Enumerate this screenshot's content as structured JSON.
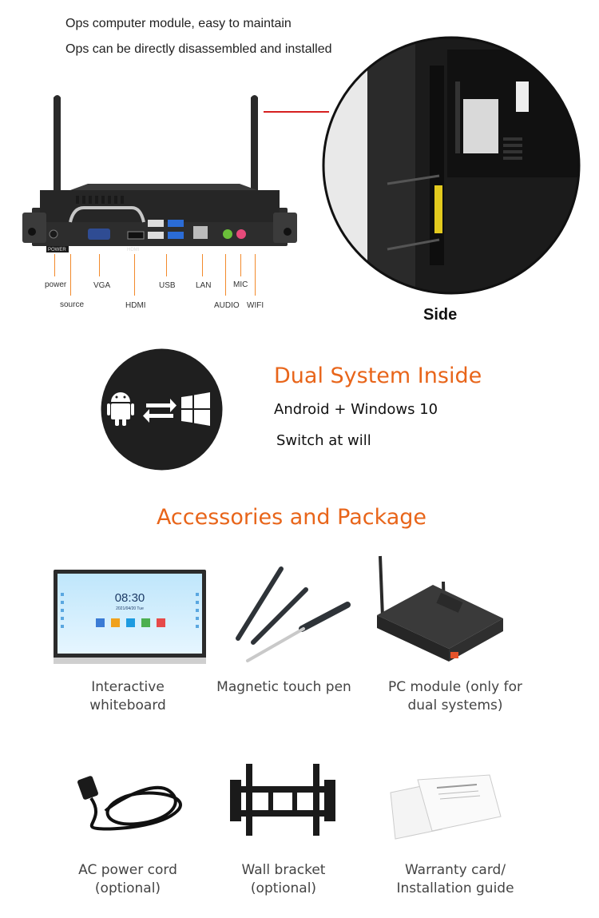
{
  "ops": {
    "line1": "Ops computer module, easy to maintain",
    "line2": "Ops can be directly disassembled and installed",
    "device_labels": {
      "power_text": "POWER",
      "hdmi_text": "HDMI"
    },
    "ports": {
      "power": "power",
      "source": "source",
      "vga": "VGA",
      "hdmi": "HDMI",
      "usb": "USB",
      "lan": "LAN",
      "audio": "AUDIO",
      "mic": "MIC",
      "wifi": "WIFI"
    },
    "side_label": "Side"
  },
  "dual_system": {
    "title": "Dual System Inside",
    "line1": "Android + Windows 10",
    "line2": "Switch at will",
    "icons": [
      "android-icon",
      "switch-arrows-icon",
      "windows-icon"
    ]
  },
  "accessories": {
    "title": "Accessories and Package",
    "whiteboard_screen": {
      "time": "08:30",
      "date": "2021/04/20 Tue"
    },
    "items": [
      {
        "line1": "Interactive",
        "line2": "whiteboard"
      },
      {
        "line1": "Magnetic touch pen",
        "line2": ""
      },
      {
        "line1": "PC module (only for",
        "line2": "dual systems)"
      },
      {
        "line1": "AC power cord",
        "line2": "(optional)"
      },
      {
        "line1": "Wall bracket",
        "line2": "(optional)"
      },
      {
        "line1": "Warranty card/",
        "line2": "Installation guide"
      }
    ]
  },
  "colors": {
    "accent": "#e8651a",
    "tick": "#f28a2b",
    "pointer": "#d62020",
    "dark": "#1f1f1f"
  }
}
